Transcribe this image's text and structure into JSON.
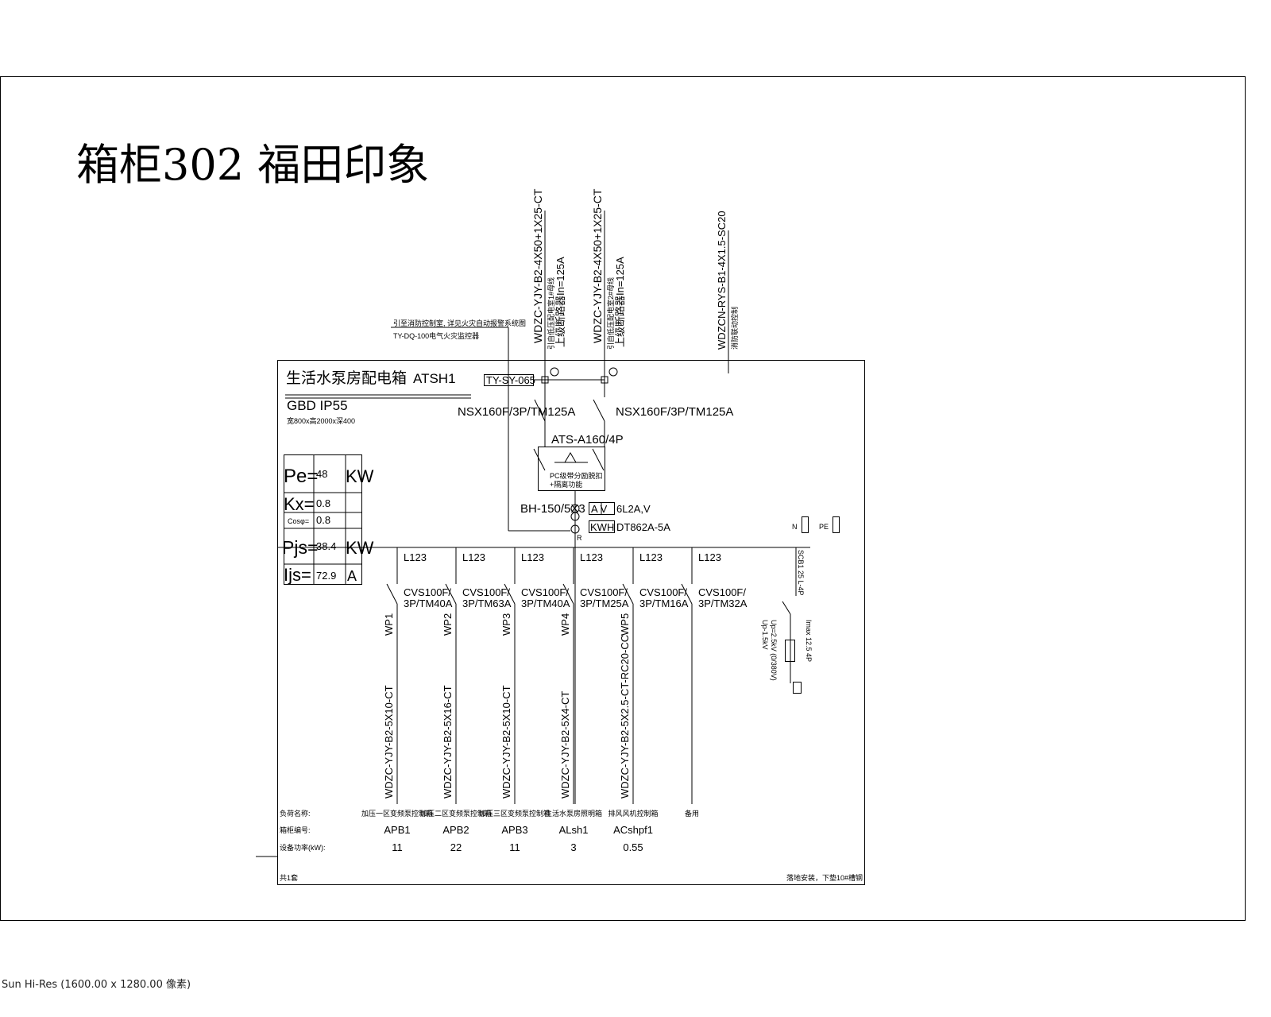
{
  "title": "箱柜302 福田印象",
  "status_bar": "Sun Hi-Res (1600.00 x 1280.00 像素)",
  "panel": {
    "name": "生活水泵房配电箱",
    "code": "ATSH1",
    "enclosure": "GBD   IP55",
    "dimensions": "宽800x高2000x深400",
    "quantity": "共1套",
    "install_note": "落地安装，下垫10#槽钢"
  },
  "load_table": {
    "pe_label": "Pe=",
    "pe_value": "48",
    "pe_unit": "KW",
    "kx_label": "Kx=",
    "kx_value": "0.8",
    "cos_label": "Cosφ=",
    "cos_value": "0.8",
    "pjs_label": "Pjs=",
    "pjs_value": "38.4",
    "pjs_unit": "KW",
    "ijs_label": "Ijs=",
    "ijs_value": "72.9",
    "ijs_unit": "A"
  },
  "incoming": {
    "fire_note1": "引至消防控制室, 详见火灾自动报警系统图",
    "fire_note2": "TY-DQ-100电气火灾监控器",
    "feed1_cable": "WDZC-YJY-B2-4X50+1X25-CT",
    "feed1_note1": "引自低压配电室1#母线",
    "feed1_note2": "上级断路器In=125A",
    "feed2_cable": "WDZC-YJY-B2-4X50+1X25-CT",
    "feed2_note1": "引自低压配电室2#母线",
    "feed2_note2": "上级断路器In=125A",
    "fire_cable": "WDZCN-RYS-B1-4X1.5-SC20",
    "fire_cable_note": "消防联动控制",
    "monitor": "TY-SY-065",
    "breaker1": "NSX160F/3P/TM125A",
    "breaker2": "NSX160F/3P/TM125A",
    "ats": "ATS-A160/4P",
    "ats_note1": "PC级带分励脱扣",
    "ats_note2": "+隔离功能",
    "ct": "BH-150/5X3",
    "meter_av": "A V",
    "meter_av_model": "6L2A,V",
    "meter_kwh": "KWH",
    "meter_kwh_model": "DT862A-5A",
    "r_label": "R",
    "n_label": "N",
    "pe_label": "PE"
  },
  "spd": {
    "line1": "SCB1 25 L-4P",
    "line2": "Imax 12.5 4P",
    "line3": "Up=2.5kV (0/380V)",
    "line4": "Up-1.5kV"
  },
  "row_labels": {
    "name": "负荷名称:",
    "code": "箱柜编号:",
    "power": "设备功率(kW):"
  },
  "feeders": [
    {
      "phase": "L123",
      "breaker1": "CVS100F/",
      "breaker2": "3P/TM40A",
      "id": "WP1",
      "cable": "WDZC-YJY-B2-5X10-CT",
      "name": "加压一区变频泵控制箱",
      "code": "APB1",
      "power": "11"
    },
    {
      "phase": "L123",
      "breaker1": "CVS100F/",
      "breaker2": "3P/TM63A",
      "id": "WP2",
      "cable": "WDZC-YJY-B2-5X16-CT",
      "name": "加压二区变频泵控制箱",
      "code": "APB2",
      "power": "22"
    },
    {
      "phase": "L123",
      "breaker1": "CVS100F/",
      "breaker2": "3P/TM40A",
      "id": "WP3",
      "cable": "WDZC-YJY-B2-5X10-CT",
      "name": "加压三区变频泵控制箱",
      "code": "APB3",
      "power": "11"
    },
    {
      "phase": "L123",
      "breaker1": "CVS100F/",
      "breaker2": "3P/TM25A",
      "id": "WP4",
      "cable": "WDZC-YJY-B2-5X4-CT",
      "name": "生活水泵房照明箱",
      "code": "ALsh1",
      "power": "3"
    },
    {
      "phase": "L123",
      "breaker1": "CVS100F/",
      "breaker2": "3P/TM16A",
      "id": "WP5",
      "cable": "WDZC-YJY-B2-5X2.5-CT-RC20-CC",
      "name": "排风风机控制箱",
      "code": "ACshpf1",
      "power": "0.55"
    },
    {
      "phase": "L123",
      "breaker1": "CVS100F/",
      "breaker2": "3P/TM32A",
      "id": "",
      "cable": "",
      "name": "备用",
      "code": "",
      "power": ""
    }
  ]
}
